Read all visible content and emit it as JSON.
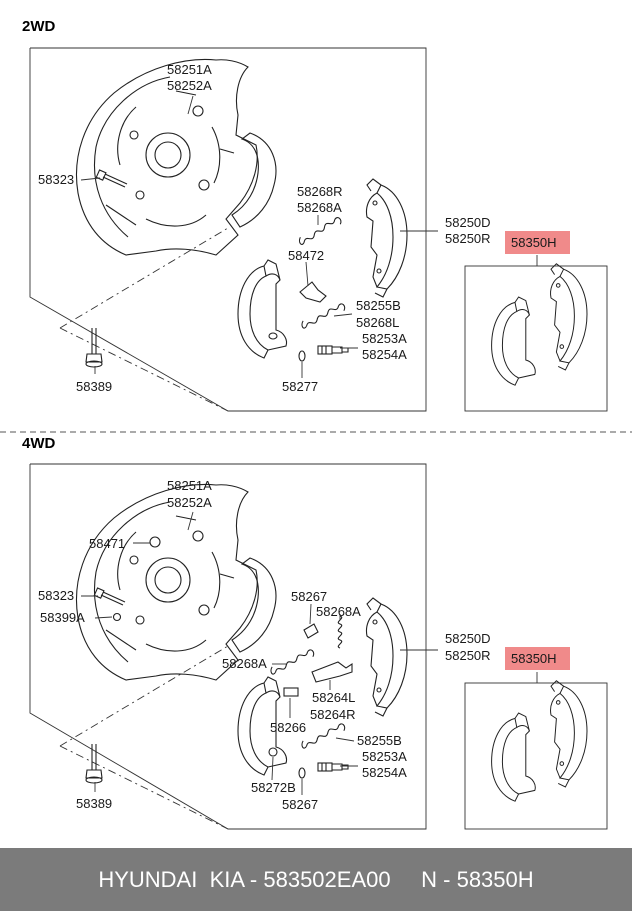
{
  "sections": {
    "top": {
      "title": "2WD",
      "labels": {
        "backing_plate_a": "58251A",
        "backing_plate_b": "58252A",
        "bolt_upper": "58323",
        "spring_r": "58268R",
        "spring_a": "58268A",
        "adjuster": "58472",
        "shoe_d": "58250D",
        "shoe_r": "58250R",
        "kit_highlight": "58350H",
        "spring_b": "58255B",
        "spring_l": "58268L",
        "pin_a": "58253A",
        "pin_b": "58254A",
        "bolt_lower": "58389",
        "cup": "58277"
      }
    },
    "bottom": {
      "title": "4WD",
      "labels": {
        "backing_plate_a": "58251A",
        "backing_plate_b": "58252A",
        "plug": "58471",
        "bolt_upper": "58323",
        "washer": "58399A",
        "retainer_top": "58267",
        "spring_a_right": "58268A",
        "spring_a_left": "58268A",
        "shoe_d": "58250D",
        "shoe_r": "58250R",
        "kit_highlight": "58350H",
        "lever_l": "58264L",
        "lever_r": "58264R",
        "clip": "58266",
        "spring_b": "58255B",
        "pin_a": "58253A",
        "pin_b": "58254A",
        "cup_b": "58272B",
        "retainer_bottom": "58267",
        "bolt_lower": "58389"
      }
    }
  },
  "footer": {
    "text": "HYUNDAI  KIA - 583502EA00     N - 58350H"
  },
  "colors": {
    "highlight": "#f08a8a",
    "footer_bg": "#7b7b7b"
  }
}
